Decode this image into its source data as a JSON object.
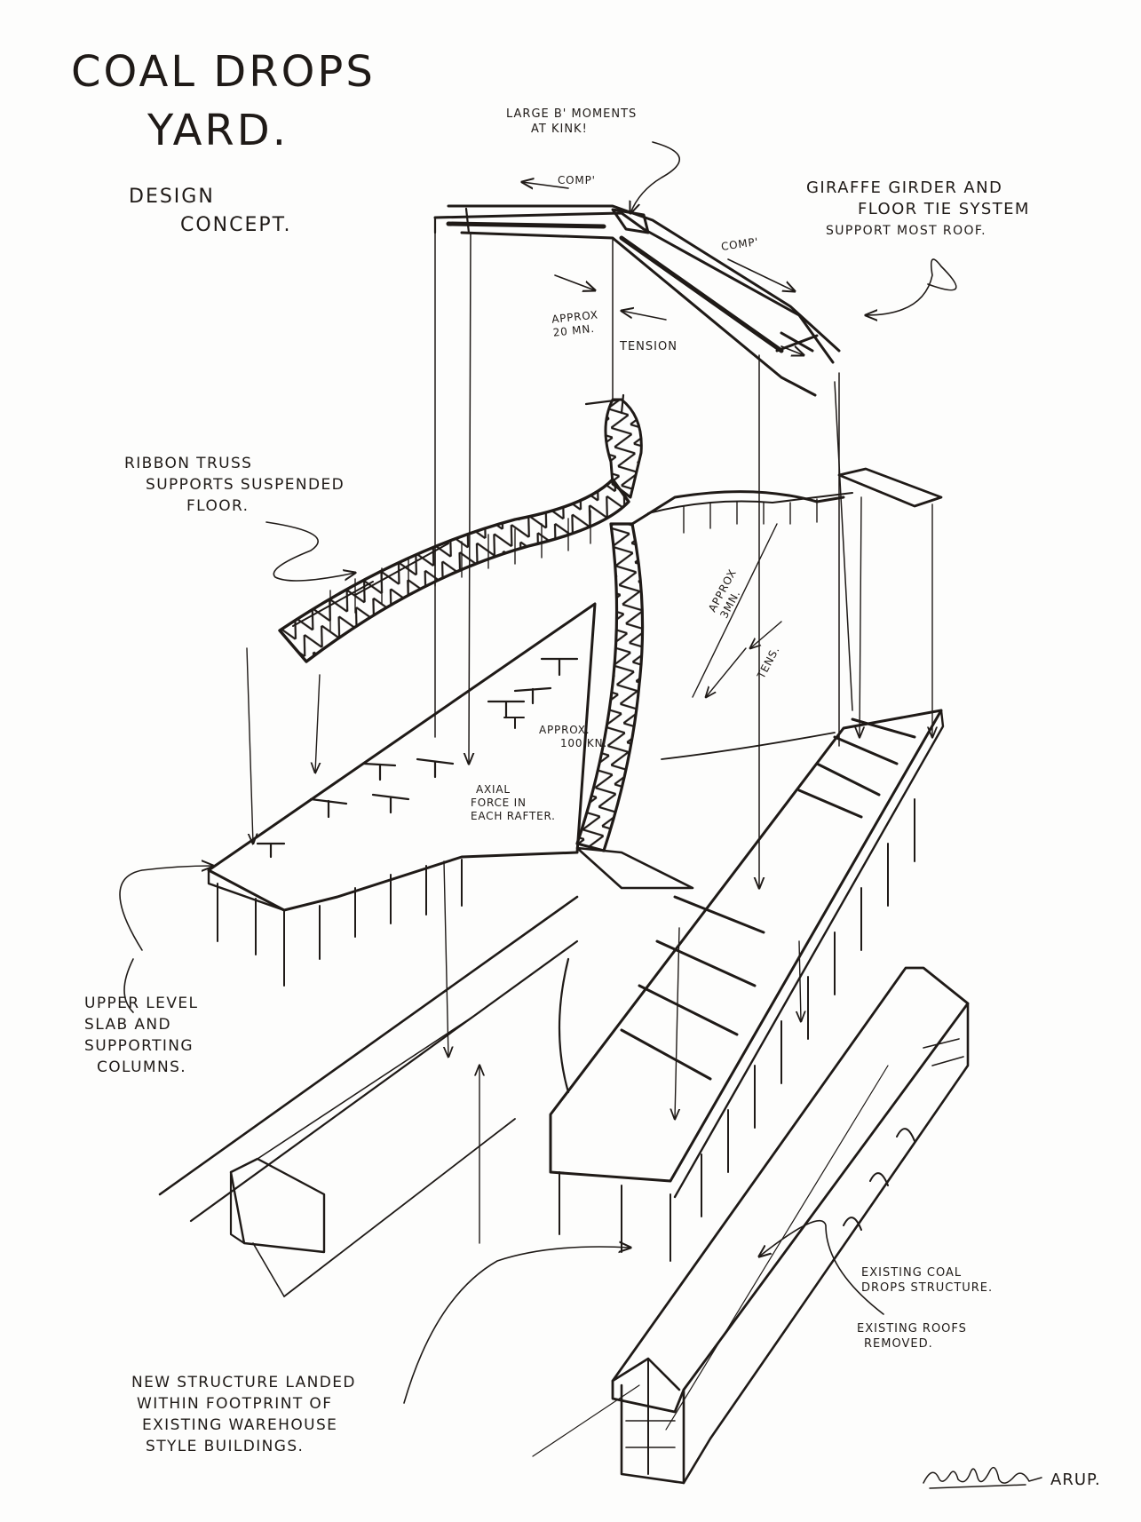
{
  "title": [
    "COAL DROPS",
    "YARD."
  ],
  "subtitle": [
    "DESIGN",
    "CONCEPT."
  ],
  "labels": {
    "moments": [
      "LARGE B' MOMENTS",
      "AT KINK!"
    ],
    "comp_left": "COMP'",
    "comp_right": "COMP'",
    "giraffe": [
      "GIRAFFE GIRDER AND",
      "FLOOR TIE SYSTEM",
      "SUPPORT MOST ROOF."
    ],
    "approx_20": [
      "APPROX",
      "20 MN."
    ],
    "tension": "TENSION",
    "ribbon": [
      "RIBBON TRUSS",
      "SUPPORTS SUSPENDED",
      "FLOOR."
    ],
    "approx_3": [
      "APPROX",
      "3MN."
    ],
    "tens": "TENS.",
    "approx_100": [
      "APPROX.",
      "100 kN."
    ],
    "axial": [
      "AXIAL",
      "FORCE IN",
      "EACH RAFTER."
    ],
    "upper_level": [
      "UPPER LEVEL",
      "SLAB AND",
      "SUPPORTING",
      "COLUMNS."
    ],
    "existing": [
      "EXISTING COAL",
      "DROPS STRUCTURE."
    ],
    "existing_roofs": [
      "EXISTING ROOFS",
      "REMOVED."
    ],
    "new_structure": [
      "NEW STRUCTURE LANDED",
      "WITHIN FOOTPRINT OF",
      "EXISTING WAREHOUSE",
      "STYLE BUILDINGS."
    ],
    "arup": "ARUP."
  },
  "colors": {
    "ink": "#1f1a17",
    "paper": "#fdfdfc"
  }
}
